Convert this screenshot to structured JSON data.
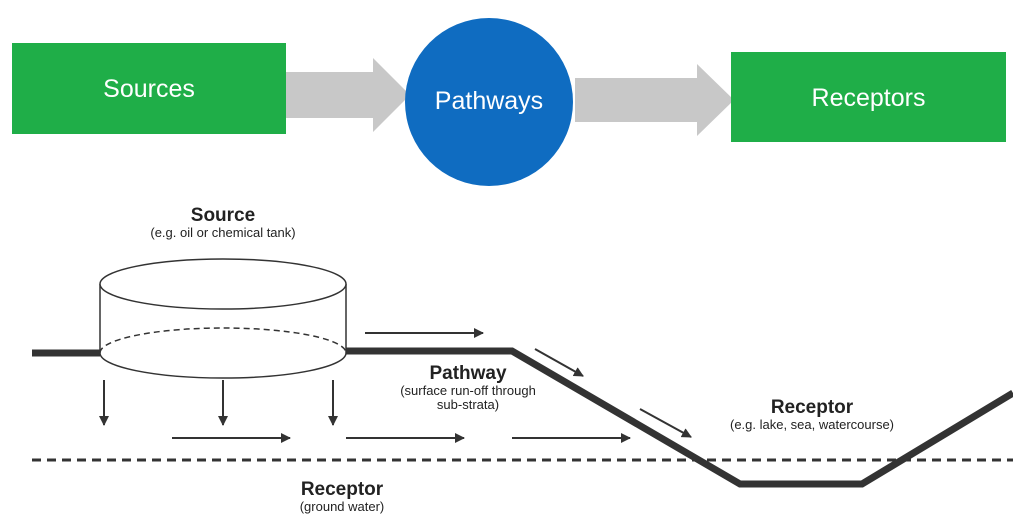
{
  "flow": {
    "sources_label": "Sources",
    "pathways_label": "Pathways",
    "receptors_label": "Receptors"
  },
  "diagram": {
    "source": {
      "title": "Source",
      "subtitle": "(e.g. oil or chemical tank)"
    },
    "pathway": {
      "title": "Pathway",
      "subtitle_line1": "(surface run-off through",
      "subtitle_line2": "sub-strata)"
    },
    "receptor_water": {
      "title": "Receptor",
      "subtitle": "(e.g. lake, sea, watercourse)"
    },
    "receptor_ground": {
      "title": "Receptor",
      "subtitle": "(ground water)"
    }
  },
  "colors": {
    "box_green": "#1fae48",
    "circle_blue": "#0f6cc1",
    "arrow_gray": "#c8c8c8",
    "line_dark": "#333333"
  }
}
